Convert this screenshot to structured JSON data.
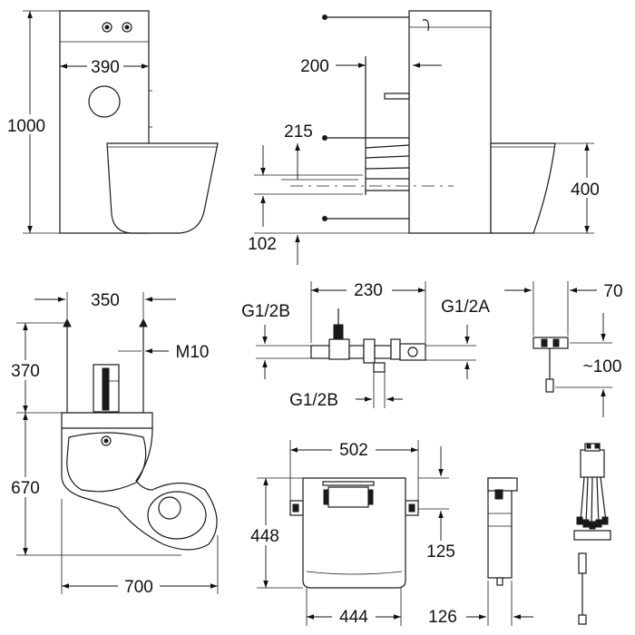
{
  "drawing": {
    "front_view": {
      "width_label": "390",
      "height_label": "1000"
    },
    "side_view": {
      "top_label": "200",
      "mid_label": "215",
      "bottom_label": "102",
      "bowl_label": "400"
    },
    "plan_view": {
      "rod_spacing_label": "350",
      "thread_label": "M10",
      "top_label": "370",
      "body_label": "670",
      "length_label": "700"
    },
    "valve": {
      "width_label": "230",
      "inlet_label": "G1/2B",
      "outlet_label": "G1/2A",
      "lower_label": "G1/2B"
    },
    "sensor": {
      "width_label": "70",
      "depth_label": "~100"
    },
    "panel": {
      "width_label": "502",
      "height_label": "448",
      "inner_label": "125",
      "bottom_label": "444"
    },
    "side_box": {
      "width_label": "126"
    }
  }
}
